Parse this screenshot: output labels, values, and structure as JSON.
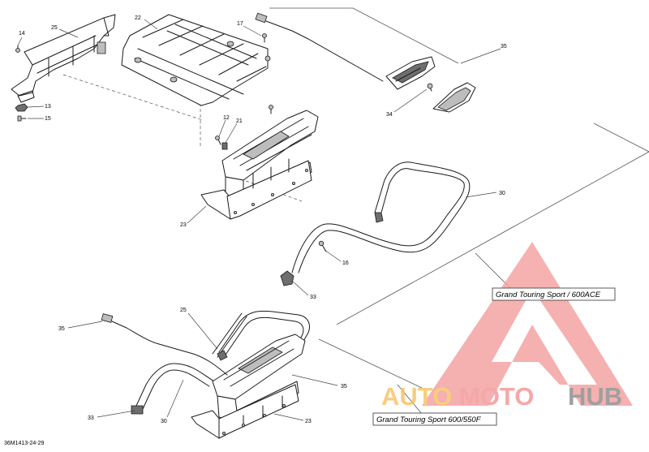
{
  "diagram": {
    "reference_code": "36M1413-24-29",
    "variant_labels": [
      "Grand Touring Sport / 600ACE",
      "Grand Touring Sport 600/550F"
    ],
    "callouts": [
      {
        "id": "c-25a",
        "label": "25"
      },
      {
        "id": "c-14",
        "label": "14"
      },
      {
        "id": "c-22",
        "label": "22"
      },
      {
        "id": "c-17",
        "label": "17"
      },
      {
        "id": "c-35a",
        "label": "35"
      },
      {
        "id": "c-13",
        "label": "13"
      },
      {
        "id": "c-15",
        "label": "15"
      },
      {
        "id": "c-12",
        "label": "12"
      },
      {
        "id": "c-21",
        "label": "21"
      },
      {
        "id": "c-34",
        "label": "34"
      },
      {
        "id": "c-30a",
        "label": "30"
      },
      {
        "id": "c-23a",
        "label": "23"
      },
      {
        "id": "c-16",
        "label": "16"
      },
      {
        "id": "c-33a",
        "label": "33"
      },
      {
        "id": "c-35b",
        "label": "35"
      },
      {
        "id": "c-25b",
        "label": "25"
      },
      {
        "id": "c-35c",
        "label": "35"
      },
      {
        "id": "c-33b",
        "label": "33"
      },
      {
        "id": "c-30b",
        "label": "30"
      },
      {
        "id": "c-23b",
        "label": "23"
      }
    ]
  },
  "watermark": {
    "text_part1": "AUTO",
    "text_part2": "MOTO",
    "text_part3": "HUB",
    "colors": {
      "triangle": "#f4a3a3",
      "auto": "#f7c46a",
      "moto": "#f49a9a",
      "hub": "#8f8f8f"
    }
  }
}
